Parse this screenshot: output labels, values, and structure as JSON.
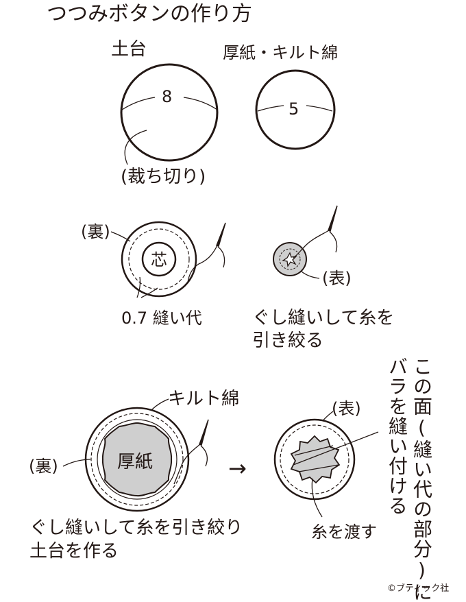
{
  "title": "つつみボタンの作り方",
  "step1": {
    "base_label": "土台",
    "base_size": "8",
    "base_note": "(裁ち切り)",
    "board_label": "厚紙・キルト綿",
    "board_size": "5"
  },
  "step2": {
    "back_label": "(裏)",
    "core_label": "芯",
    "seam_allowance": "0.7 縫い代",
    "front_label": "(表)",
    "instruction_line1": "ぐし縫いして糸を",
    "instruction_line2": "引き絞る"
  },
  "step3": {
    "quilt_label": "キルト綿",
    "back_label": "(裏)",
    "board_label": "厚紙",
    "front_label": "(表)",
    "arrow": "→",
    "instruction_line1": "ぐし縫いして糸を引き絞り",
    "instruction_line2": "土台を作る",
    "thread_label": "糸を渡す",
    "side_note_line1": "この面(縫い代の部分)に",
    "side_note_line2": "バラを縫い付ける"
  },
  "copyright": "©ブティック社",
  "colors": {
    "ink": "#231815",
    "fill_gray": "#cfcfcf",
    "background": "#ffffff"
  }
}
